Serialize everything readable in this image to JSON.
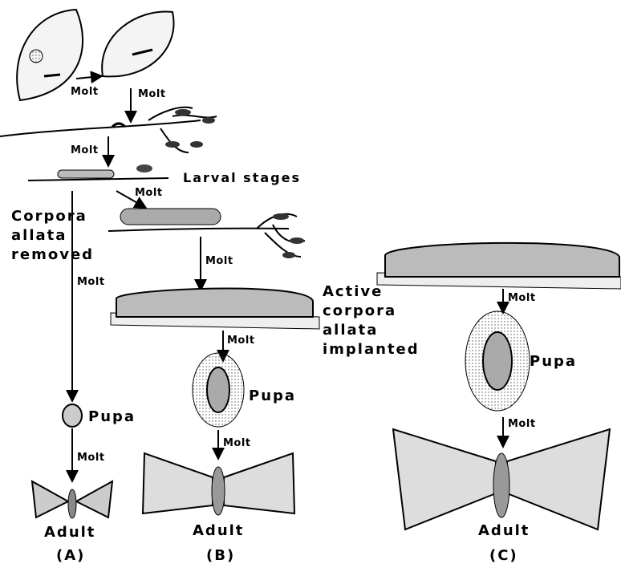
{
  "labels": {
    "molt": "Molt",
    "larval_stages": "Larval stages",
    "corpora_line1": "Corpora",
    "corpora_line2": "allata",
    "corpora_line3": "removed",
    "active_line1": "Active",
    "active_line2": "corpora",
    "active_line3": "allata",
    "active_line4": "implanted",
    "pupa": "Pupa",
    "adult": "Adult",
    "col_a": "(A)",
    "col_b": "(B)",
    "col_c": "(C)"
  }
}
